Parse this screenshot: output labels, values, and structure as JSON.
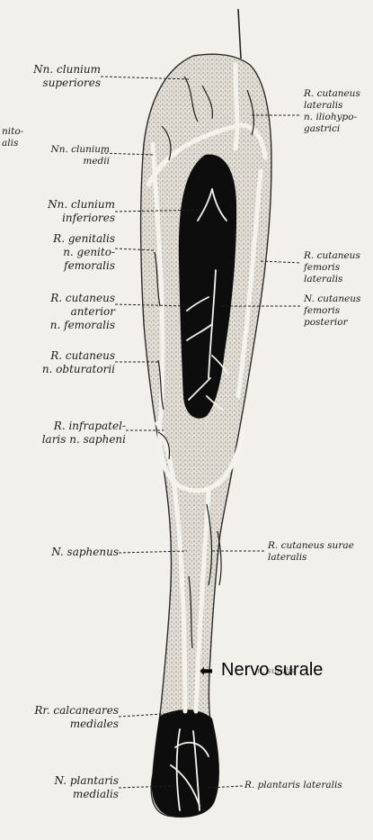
{
  "labels": {
    "clunium_superiores": "Nn. clunium\nsuperiores",
    "clunium_medii": "Nn. clunium\nmedii",
    "cut_partial_left": "nito-\nalis",
    "clunium_inferiores": "Nn. clunium\ninferiores",
    "genitalis": "R. genitalis\nn. genito-\nfemoralis",
    "cut_ant_femoralis": "R. cutaneus\nanterior\nn. femoralis",
    "cut_obturatorii": "R. cutaneus\nn. obturatorii",
    "infrapatellaris": "R. infrapatel-\nlaris n. sapheni",
    "saphenus": "N. saphenus",
    "calcaneares": "Rr. calcaneares\nmediales",
    "plantaris_medialis": "N. plantaris\nmedialis",
    "iliohypogastrici": "R. cutaneus\nlateralis\nn. iliohypo-\ngastrici",
    "fem_lateralis": "R. cutaneus\nfemoris\nlateralis",
    "fem_posterior": "N. cutaneus\nfemoris\nposterior",
    "surae_lateralis": "R. cutaneus surae\nlateralis",
    "plantaris_lateralis": "R. plantaris lateralis"
  },
  "annotation": {
    "arrow": "⬅",
    "text": "Nervo surale",
    "faint_text": "n. suralis"
  },
  "colors": {
    "skin": "#d9d5cc",
    "dark": "#0d0d0d",
    "nerve": "#f4f2ec",
    "background": "#f2f0ea"
  }
}
